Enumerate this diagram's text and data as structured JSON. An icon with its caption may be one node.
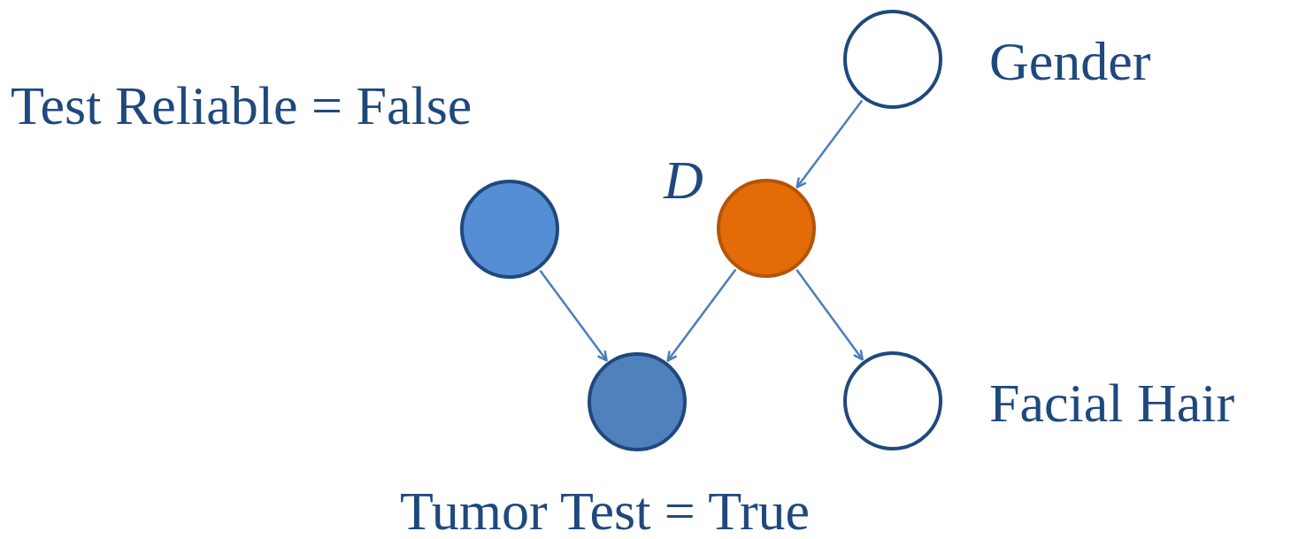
{
  "diagram": {
    "nodes": [
      {
        "text": [],
        "shape": "circle",
        "beside": [
          "Gender"
        ]
      },
      {
        "text": [],
        "shape": "circle",
        "beside": [
          "Test Reliable = False"
        ]
      },
      {
        "text": [],
        "shape": "circle",
        "beside": [
          "D"
        ]
      },
      {
        "text": [],
        "shape": "circle",
        "beside": [
          "Tumor Test = True"
        ]
      },
      {
        "text": [],
        "shape": "circle",
        "beside": [
          "Facial Hair"
        ]
      }
    ],
    "edges": [
      {
        "from": 0,
        "to": 2,
        "arrow": "to"
      },
      {
        "from": 1,
        "to": 3,
        "arrow": "to"
      },
      {
        "from": 2,
        "to": 3,
        "arrow": "to"
      },
      {
        "from": 2,
        "to": 4,
        "arrow": "to"
      }
    ]
  }
}
